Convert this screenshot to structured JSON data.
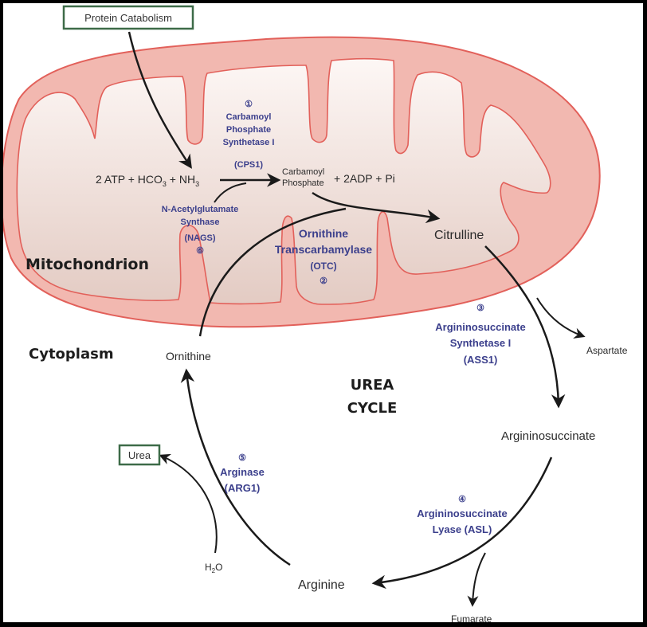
{
  "diagram": {
    "title": "UREA CYCLE",
    "title_lines": [
      "UREA",
      "CYCLE"
    ],
    "compartments": {
      "mitochondrion": "Mitochondrion",
      "cytoplasm": "Cytoplasm"
    },
    "input_box": "Protein Catabolism",
    "output_box": "Urea",
    "reactants": {
      "left": "2 ATP + HCO",
      "hco3_sub": "3",
      "plus_nh": " + NH",
      "nh3_sub": "3",
      "carbamoyl_line1": "Carbamoyl",
      "carbamoyl_line2": "Phosphate",
      "products": "+ 2ADP + Pi"
    },
    "metabolites": {
      "citrulline": "Citrulline",
      "aspartate": "Aspartate",
      "argininosuccinate": "Argininosuccinate",
      "fumarate": "Fumarate",
      "arginine": "Arginine",
      "ornithine": "Ornithine",
      "water": "H",
      "water_sub": "2",
      "water_o": "O"
    },
    "enzymes": [
      {
        "step": "①",
        "lines": [
          "Carbamoyl",
          "Phosphate",
          "Synthetase I",
          "(CPS1)"
        ]
      },
      {
        "step": "②",
        "lines": [
          "Ornithine",
          "Transcarbamylase",
          "(OTC)"
        ]
      },
      {
        "step": "③",
        "lines": [
          "Argininosuccinate",
          "Synthetase I",
          "(ASS1)"
        ]
      },
      {
        "step": "④",
        "lines": [
          "Argininosuccinate",
          "Lyase (ASL)"
        ]
      },
      {
        "step": "⑤",
        "lines": [
          "Arginase",
          "(ARG1)"
        ]
      },
      {
        "step": "⑥",
        "lines": [
          "N-Acetylglutamate",
          "Synthase",
          "(NAGS)"
        ]
      }
    ],
    "colors": {
      "membrane_fill": "#f2b8b0",
      "membrane_stroke": "#e2605a",
      "matrix_top": "#fbf3f0",
      "matrix_bottom": "#e6d0c8",
      "enzyme_text": "#3b3f8c",
      "box_border": "#3d6b48",
      "arrow": "#1a1a1a"
    }
  }
}
